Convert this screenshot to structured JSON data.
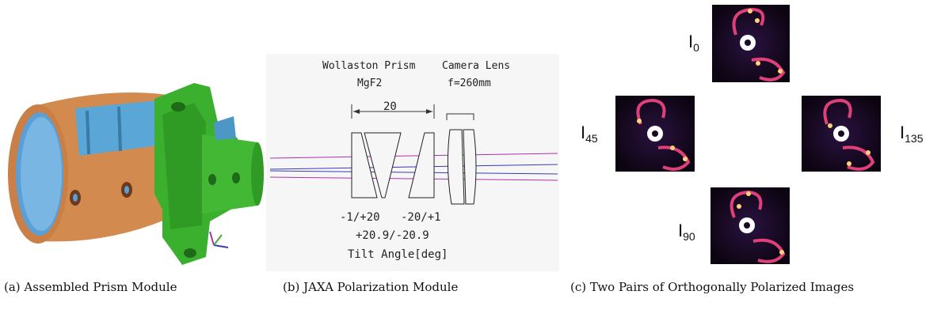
{
  "panel_a": {
    "caption": "(a) Assembled Prism Module",
    "colors": {
      "module_body": "#d28a4e",
      "flange": "#3bb02e",
      "lens_window": "#5a9fd6",
      "interior": "#4d97c6"
    },
    "axis_icon": "xyz-axis-triad-icon"
  },
  "panel_b": {
    "caption": "(b) JAXA Polarization Module",
    "heading_prism": "Wollaston Prism",
    "heading_lens": "Camera Lens",
    "material": "MgF2",
    "focal": "f=260mm",
    "dimension": "20",
    "angles_left": "-1/+20",
    "angles_right": "-20/+1",
    "angles_lens": "+20.9/-20.9",
    "tilt_label": "Tilt Angle[deg]",
    "colors": {
      "ray_a": "#b02fb0",
      "ray_b": "#3a3ab8",
      "background": "#f6f6f6"
    }
  },
  "panel_c": {
    "caption": "(c) Two Pairs of Orthogonally Polarized Images",
    "labels": {
      "i0": {
        "base": "I",
        "sub": "0"
      },
      "i45": {
        "base": "I",
        "sub": "45"
      },
      "i90": {
        "base": "I",
        "sub": "90"
      },
      "i135": {
        "base": "I",
        "sub": "135"
      }
    },
    "colors": {
      "background": "#120818",
      "ring_hot": "#ffd27a",
      "ring_mid": "#e0407a",
      "ring_cool": "#6a1a8a"
    }
  }
}
